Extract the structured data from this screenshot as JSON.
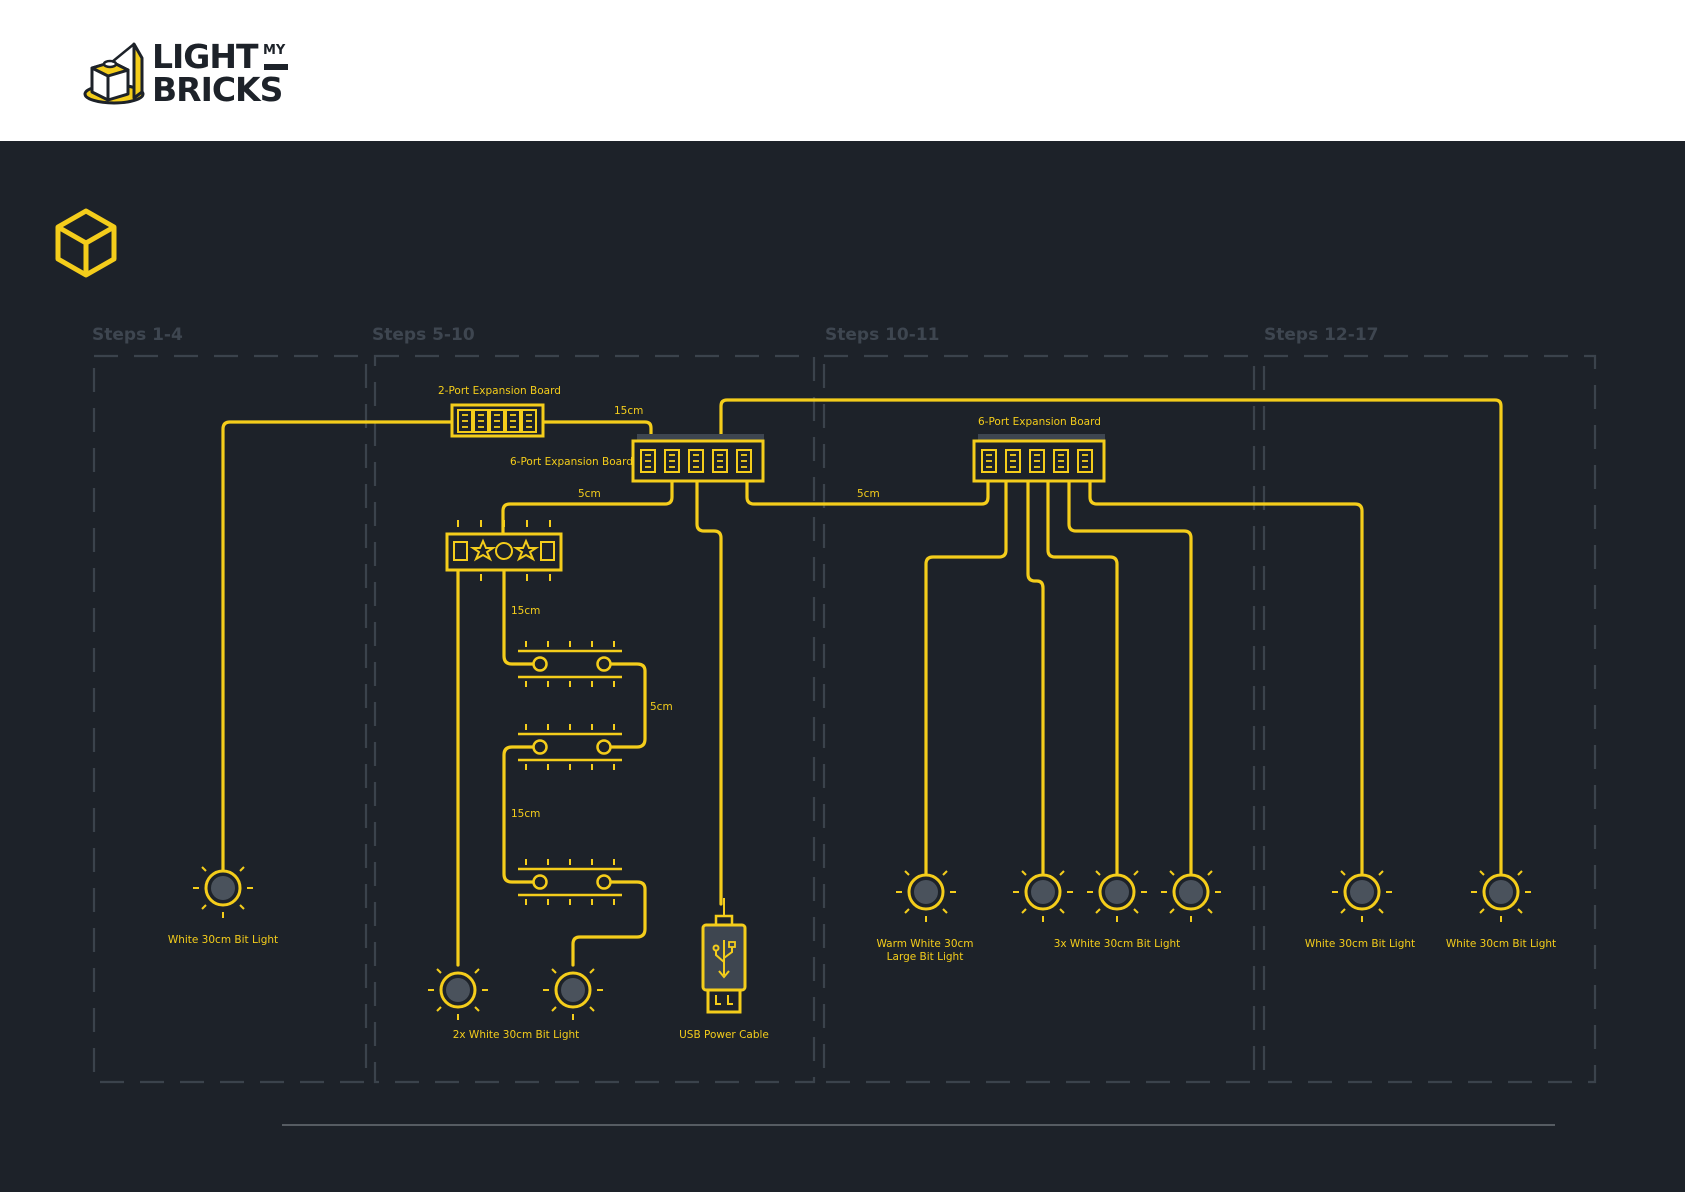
{
  "logo": {
    "line1": "LIGHT",
    "my": "MY",
    "line2": "BRICKS"
  },
  "colors": {
    "accent": "#f4cd1b",
    "panel": "#1d2229",
    "dashed_border": "#3b434c",
    "step_label": "#3e4650"
  },
  "icons": {
    "header_icon": "cube-icon",
    "light": "bulb-icon",
    "usb": "usb-icon",
    "light_strip": "light-strip-icon",
    "star_board": "connector-board-icon"
  },
  "sections": [
    {
      "label": "Steps 1-4"
    },
    {
      "label": "Steps 5-10"
    },
    {
      "label": "Steps 10-11"
    },
    {
      "label": "Steps 12-17"
    }
  ],
  "boards": {
    "two_port": "2-Port Expansion Board",
    "six_port_left": "6-Port Expansion Board",
    "six_port_right": "6-Port Expansion Board"
  },
  "cable_lengths": {
    "top_15": "15cm",
    "left_5": "5cm",
    "middle_5": "5cm",
    "strip_15a": "15cm",
    "strip_5": "5cm",
    "strip_15b": "15cm"
  },
  "lights": {
    "steps1_white": "White 30cm Bit Light",
    "two_white": "2x White 30cm Bit Light",
    "usb": "USB Power Cable",
    "warm_white": [
      "Warm White 30cm",
      "Large Bit Light"
    ],
    "three_white": "3x White 30cm Bit Light",
    "white_a": "White 30cm Bit Light",
    "white_b": "White 30cm Bit Light"
  }
}
